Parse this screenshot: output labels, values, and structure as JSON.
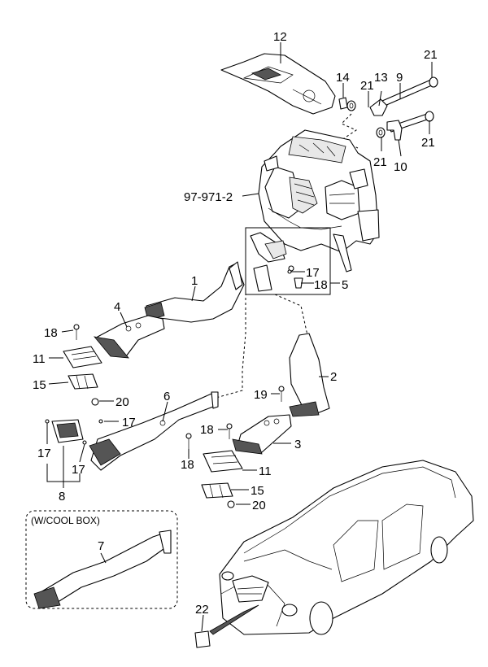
{
  "callouts": [
    {
      "text": "12"
    },
    {
      "text": "14"
    },
    {
      "text": "21"
    },
    {
      "text": "13"
    },
    {
      "text": "9"
    },
    {
      "text": "21"
    },
    {
      "text": "21"
    },
    {
      "text": "21"
    },
    {
      "text": "10"
    },
    {
      "text": "97-971-2"
    },
    {
      "text": "17"
    },
    {
      "text": "18"
    },
    {
      "text": "5"
    },
    {
      "text": "1"
    },
    {
      "text": "4"
    },
    {
      "text": "18"
    },
    {
      "text": "11"
    },
    {
      "text": "15"
    },
    {
      "text": "20"
    },
    {
      "text": "2"
    },
    {
      "text": "19"
    },
    {
      "text": "6"
    },
    {
      "text": "17"
    },
    {
      "text": "18"
    },
    {
      "text": "3"
    },
    {
      "text": "17"
    },
    {
      "text": "17"
    },
    {
      "text": "18"
    },
    {
      "text": "11"
    },
    {
      "text": "8"
    },
    {
      "text": "15"
    },
    {
      "text": "20"
    },
    {
      "text": "7"
    },
    {
      "text": "22"
    }
  ],
  "option_box": {
    "title": "(W/COOL BOX)"
  }
}
